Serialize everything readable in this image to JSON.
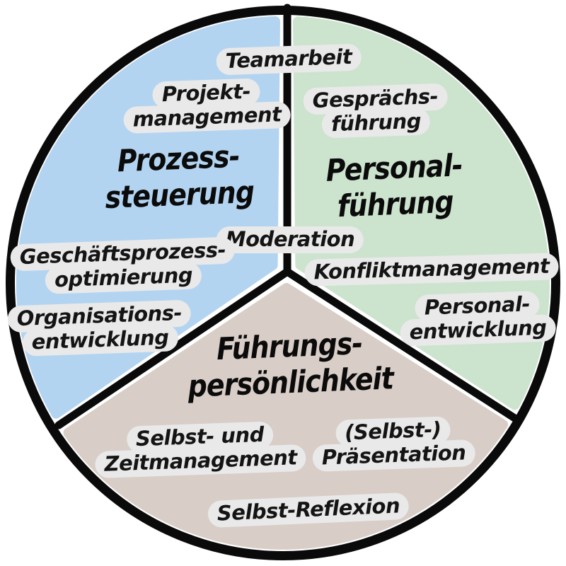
{
  "diagram": {
    "background_color": "#FFFFFF",
    "outline_color": "#0A0A0A",
    "label_pill_color": "#E9E9E9",
    "text_color": "#141414",
    "segments": [
      {
        "id": "prozesssteuerung",
        "title_lines": [
          "Prozess-",
          "steuerung"
        ],
        "fill": "#B3D4F1",
        "topics": [
          [
            "Projekt-",
            "management"
          ],
          [
            "Geschäftsprozess-",
            "optimierung"
          ],
          [
            "Organisations-",
            "entwicklung"
          ]
        ]
      },
      {
        "id": "personalfuehrung",
        "title_lines": [
          "Personal-",
          "führung"
        ],
        "fill": "#CCE3CE",
        "topics": [
          [
            "Gesprächs-",
            "führung"
          ],
          [
            "Konfliktmanagement"
          ],
          [
            "Personal-",
            "entwicklung"
          ]
        ]
      },
      {
        "id": "fuehrungspersoenlichkeit",
        "title_lines": [
          "Führungs-",
          "persönlichkeit"
        ],
        "fill": "#D8CDC7",
        "topics": [
          [
            "Selbst- und",
            "Zeitmanagement"
          ],
          [
            "(Selbst-)",
            "Präsentation"
          ],
          [
            "Selbst-Reflexion"
          ]
        ]
      }
    ],
    "boundary_topics": [
      [
        "Teamarbeit"
      ],
      [
        "Moderation"
      ]
    ]
  }
}
